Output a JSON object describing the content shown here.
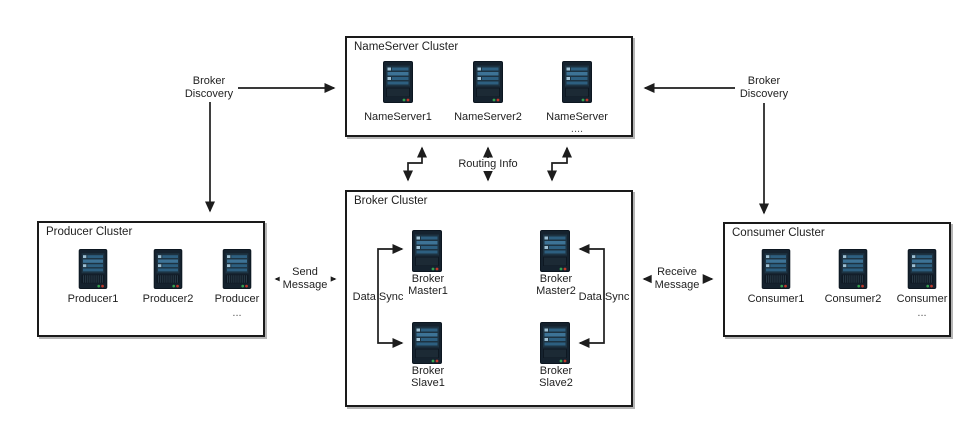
{
  "colors": {
    "background": "#ffffff",
    "line": "#1d1d1d",
    "box_border": "#1a1a1a",
    "text": "#1f1f1f",
    "server_body": "#15222e",
    "server_panel": "#1d3342",
    "server_bar": "#2d5f80",
    "server_tab": "#9dc0d4",
    "led_green": "#35a14f",
    "led_red": "#c0392b"
  },
  "clusters": {
    "nameserver": {
      "title": "NameServer Cluster",
      "nodes": [
        {
          "label": "NameServer1"
        },
        {
          "label": "NameServer2"
        },
        {
          "label": "NameServer",
          "sub": "...."
        }
      ]
    },
    "broker": {
      "title": "Broker Cluster",
      "nodes": [
        {
          "line1": "Broker",
          "line2": "Master1"
        },
        {
          "line1": "Broker",
          "line2": "Master2"
        },
        {
          "line1": "Broker",
          "line2": "Slave1"
        },
        {
          "line1": "Broker",
          "line2": "Slave2"
        }
      ]
    },
    "producer": {
      "title": "Producer Cluster",
      "nodes": [
        {
          "label": "Producer1"
        },
        {
          "label": "Producer2"
        },
        {
          "label": "Producer",
          "sub": "..."
        }
      ]
    },
    "consumer": {
      "title": "Consumer Cluster",
      "nodes": [
        {
          "label": "Consumer1"
        },
        {
          "label": "Consumer2"
        },
        {
          "label": "Consumer",
          "sub": "..."
        }
      ]
    }
  },
  "edges": {
    "broker_discovery_left": {
      "line1": "Broker",
      "line2": "Discovery"
    },
    "broker_discovery_right": {
      "line1": "Broker",
      "line2": "Discovery"
    },
    "routing_info": {
      "label": "Routing Info"
    },
    "send_message": {
      "line1": "Send",
      "line2": "Message"
    },
    "receive_message": {
      "line1": "Receive",
      "line2": "Message"
    },
    "data_sync_left": {
      "label": "Data Sync"
    },
    "data_sync_right": {
      "label": "Data Sync"
    }
  }
}
